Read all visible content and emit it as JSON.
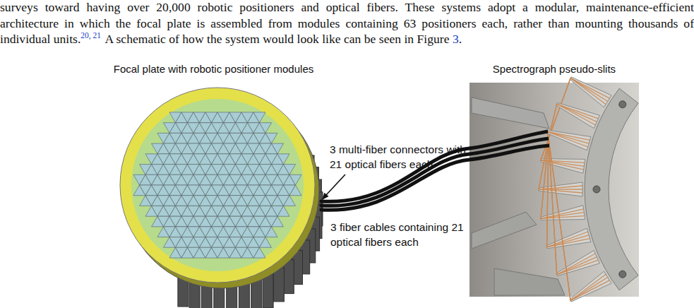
{
  "diagram": {
    "nodes": [
      {
        "text": [
          "Focal plate with robotic positioner modules"
        ]
      },
      {
        "text": [
          "Spectrograph pseudo-slits"
        ]
      }
    ],
    "edges": [
      {
        "from": 0,
        "to": 1,
        "arrow": "none",
        "label": "3 fiber cables containing 21 optical fibers each"
      },
      {
        "from": 0,
        "to": 1,
        "arrow": "none"
      },
      {
        "from": 0,
        "to": 1,
        "arrow": "none"
      }
    ],
    "labels": [
      "surveys toward having over 20,000 robotic positioners and optical fibers. These systems adopt a modular, maintenance-efficient architecture in which the focal plate is assembled from modules containing 63 positioners each, rather than mounting thousands of individual units.",
      "20, 21",
      "A schematic of how the system would look like can be seen in Figure",
      "3",
      ".",
      "3 multi-fiber connectors with 21 optical fibers each"
    ]
  }
}
